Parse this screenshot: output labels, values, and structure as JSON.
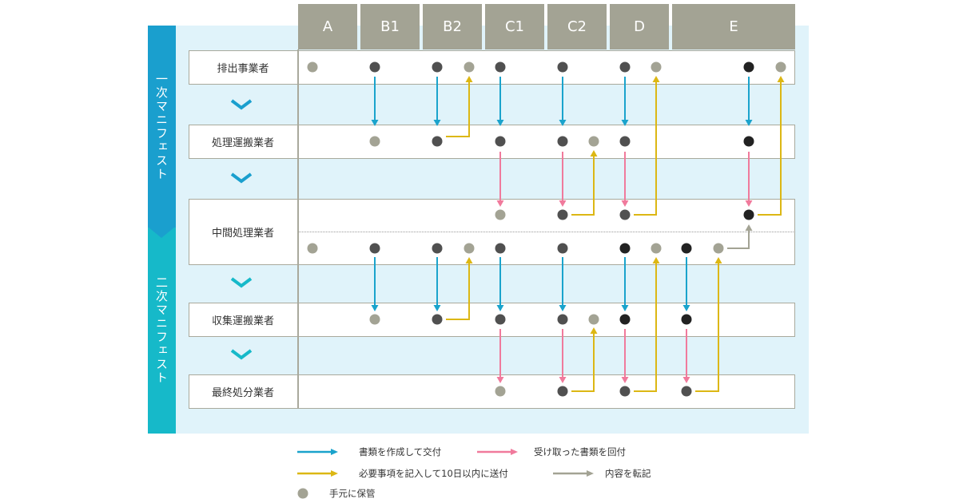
{
  "columns": [
    "A",
    "B1",
    "B2",
    "C1",
    "C2",
    "D",
    "E"
  ],
  "side_labels": {
    "primary": "一次マニフェスト",
    "secondary": "二次マニフェスト"
  },
  "rows": [
    "排出事業者",
    "処理運搬業者",
    "中間処理業者",
    "収集運搬業者",
    "最終処分業者"
  ],
  "legend": {
    "blue": "書類を作成して交付",
    "pink": "受け取った書類を回付",
    "yellow": "必要事項を記入して10日以内に送付",
    "gray": "内容を転記",
    "dot": "手元に保管"
  },
  "colors": {
    "blue": "#1aa3cc",
    "pink": "#f07a9c",
    "yellow": "#dcb714",
    "gray": "#a3a394",
    "dot_gray": "#a3a394",
    "dot_dark": "#505050",
    "dot_black": "#222222"
  }
}
